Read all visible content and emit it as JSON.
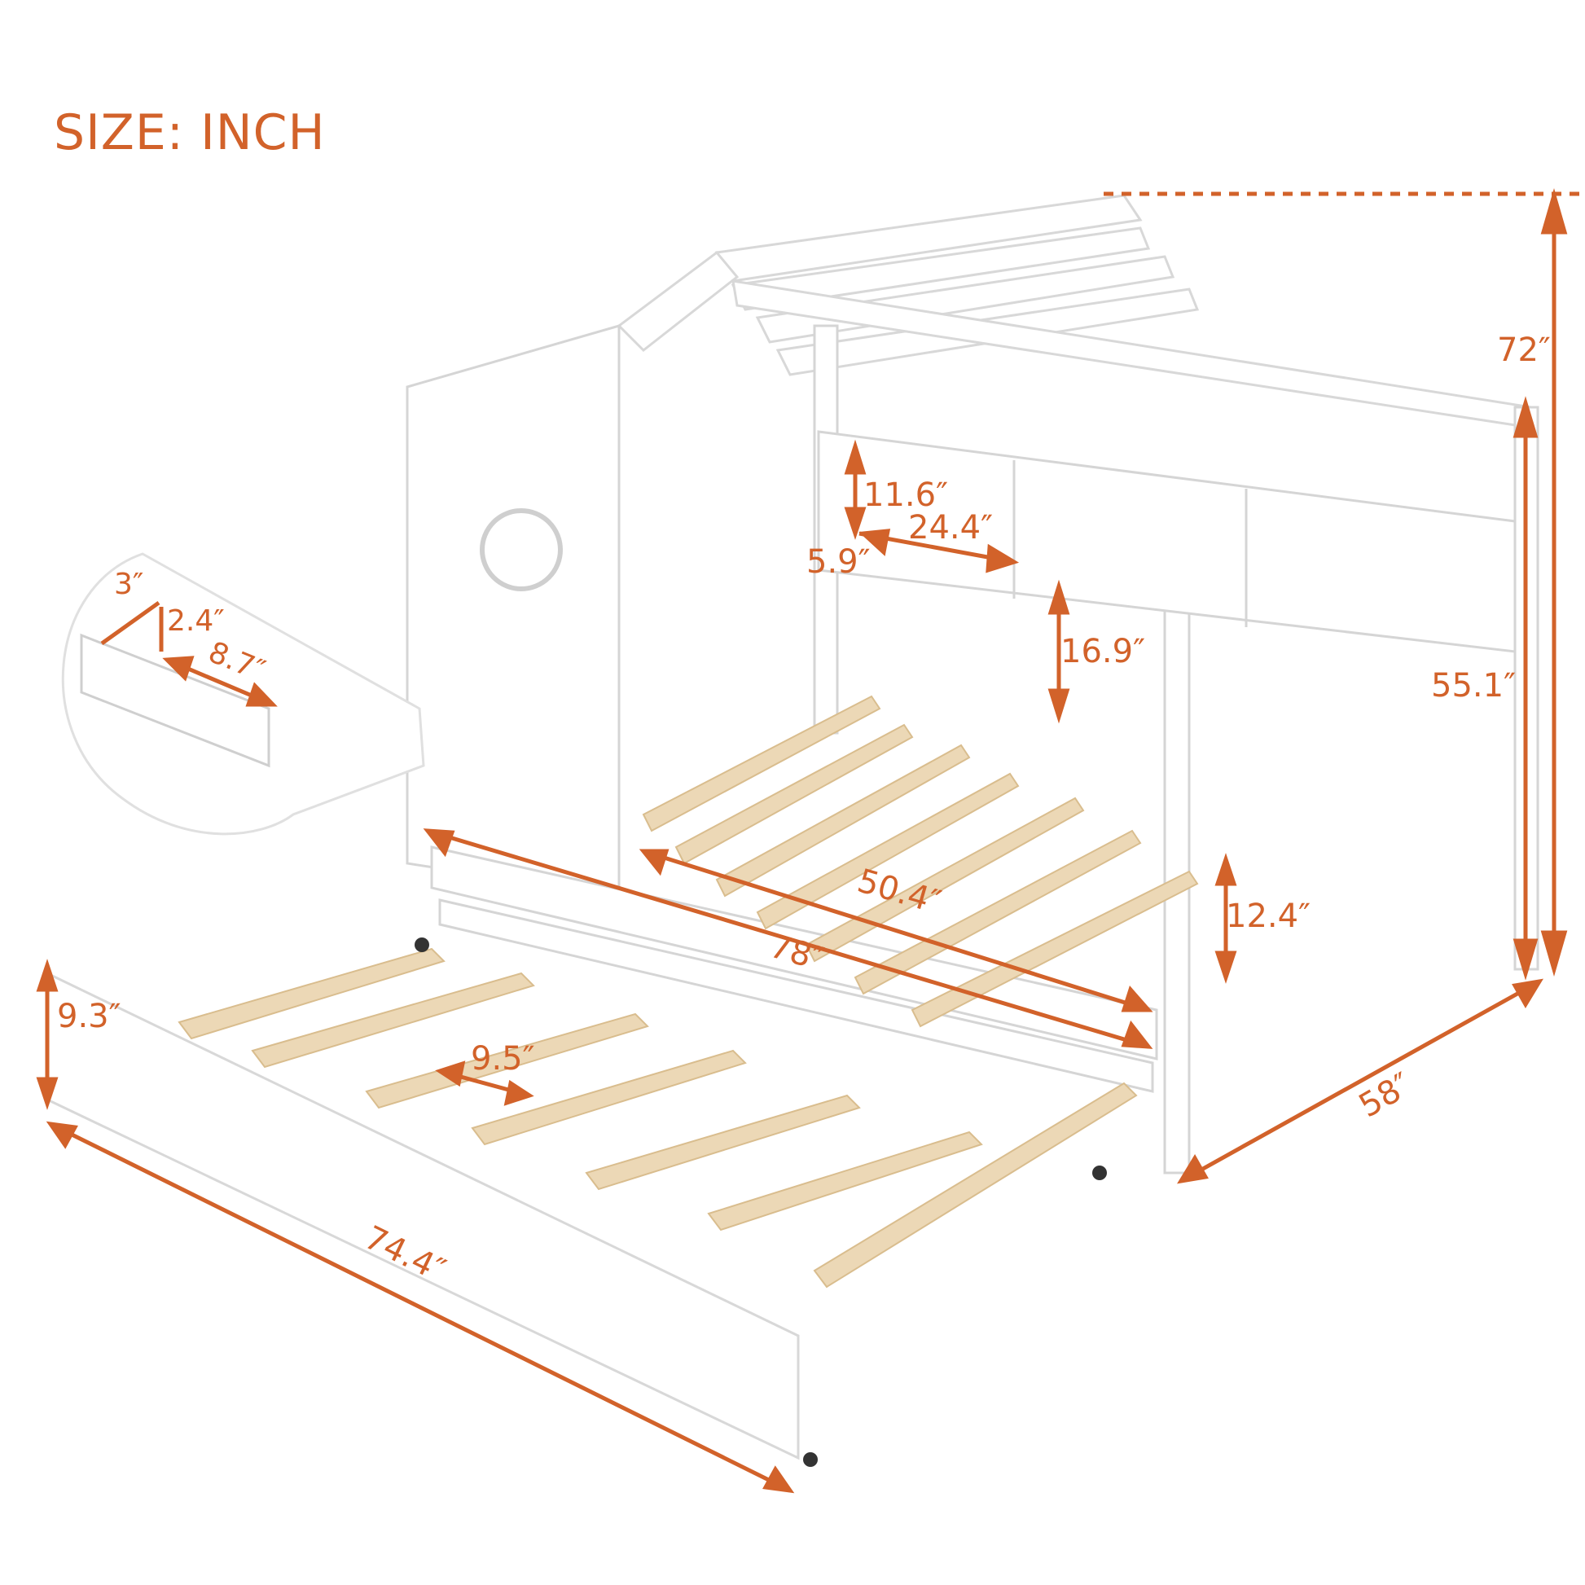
{
  "title": "SIZE: INCH",
  "colors": {
    "accent": "#d2622a",
    "frame": "#ffffff",
    "frame_edge": "#dcdcdc",
    "slat": "#e8d3b0",
    "background": "#ffffff"
  },
  "product": "House bed with shelves and trundle",
  "dimensions": {
    "overall_height": "72″",
    "post_height": "55.1″",
    "shelf_height": "11.6″",
    "shelf_width": "24.4″",
    "shelf_depth": "5.9″",
    "shelf_clearance": "16.9″",
    "guardrail_height": "12.4″",
    "inner_length": "50.4″",
    "overall_length": "78″",
    "overall_width": "58″",
    "trundle_height": "9.3″",
    "slat_gap": "9.5″",
    "trundle_length": "74.4″",
    "box_depth": "3″",
    "box_height": "2.4″",
    "box_length": "8.7″"
  }
}
